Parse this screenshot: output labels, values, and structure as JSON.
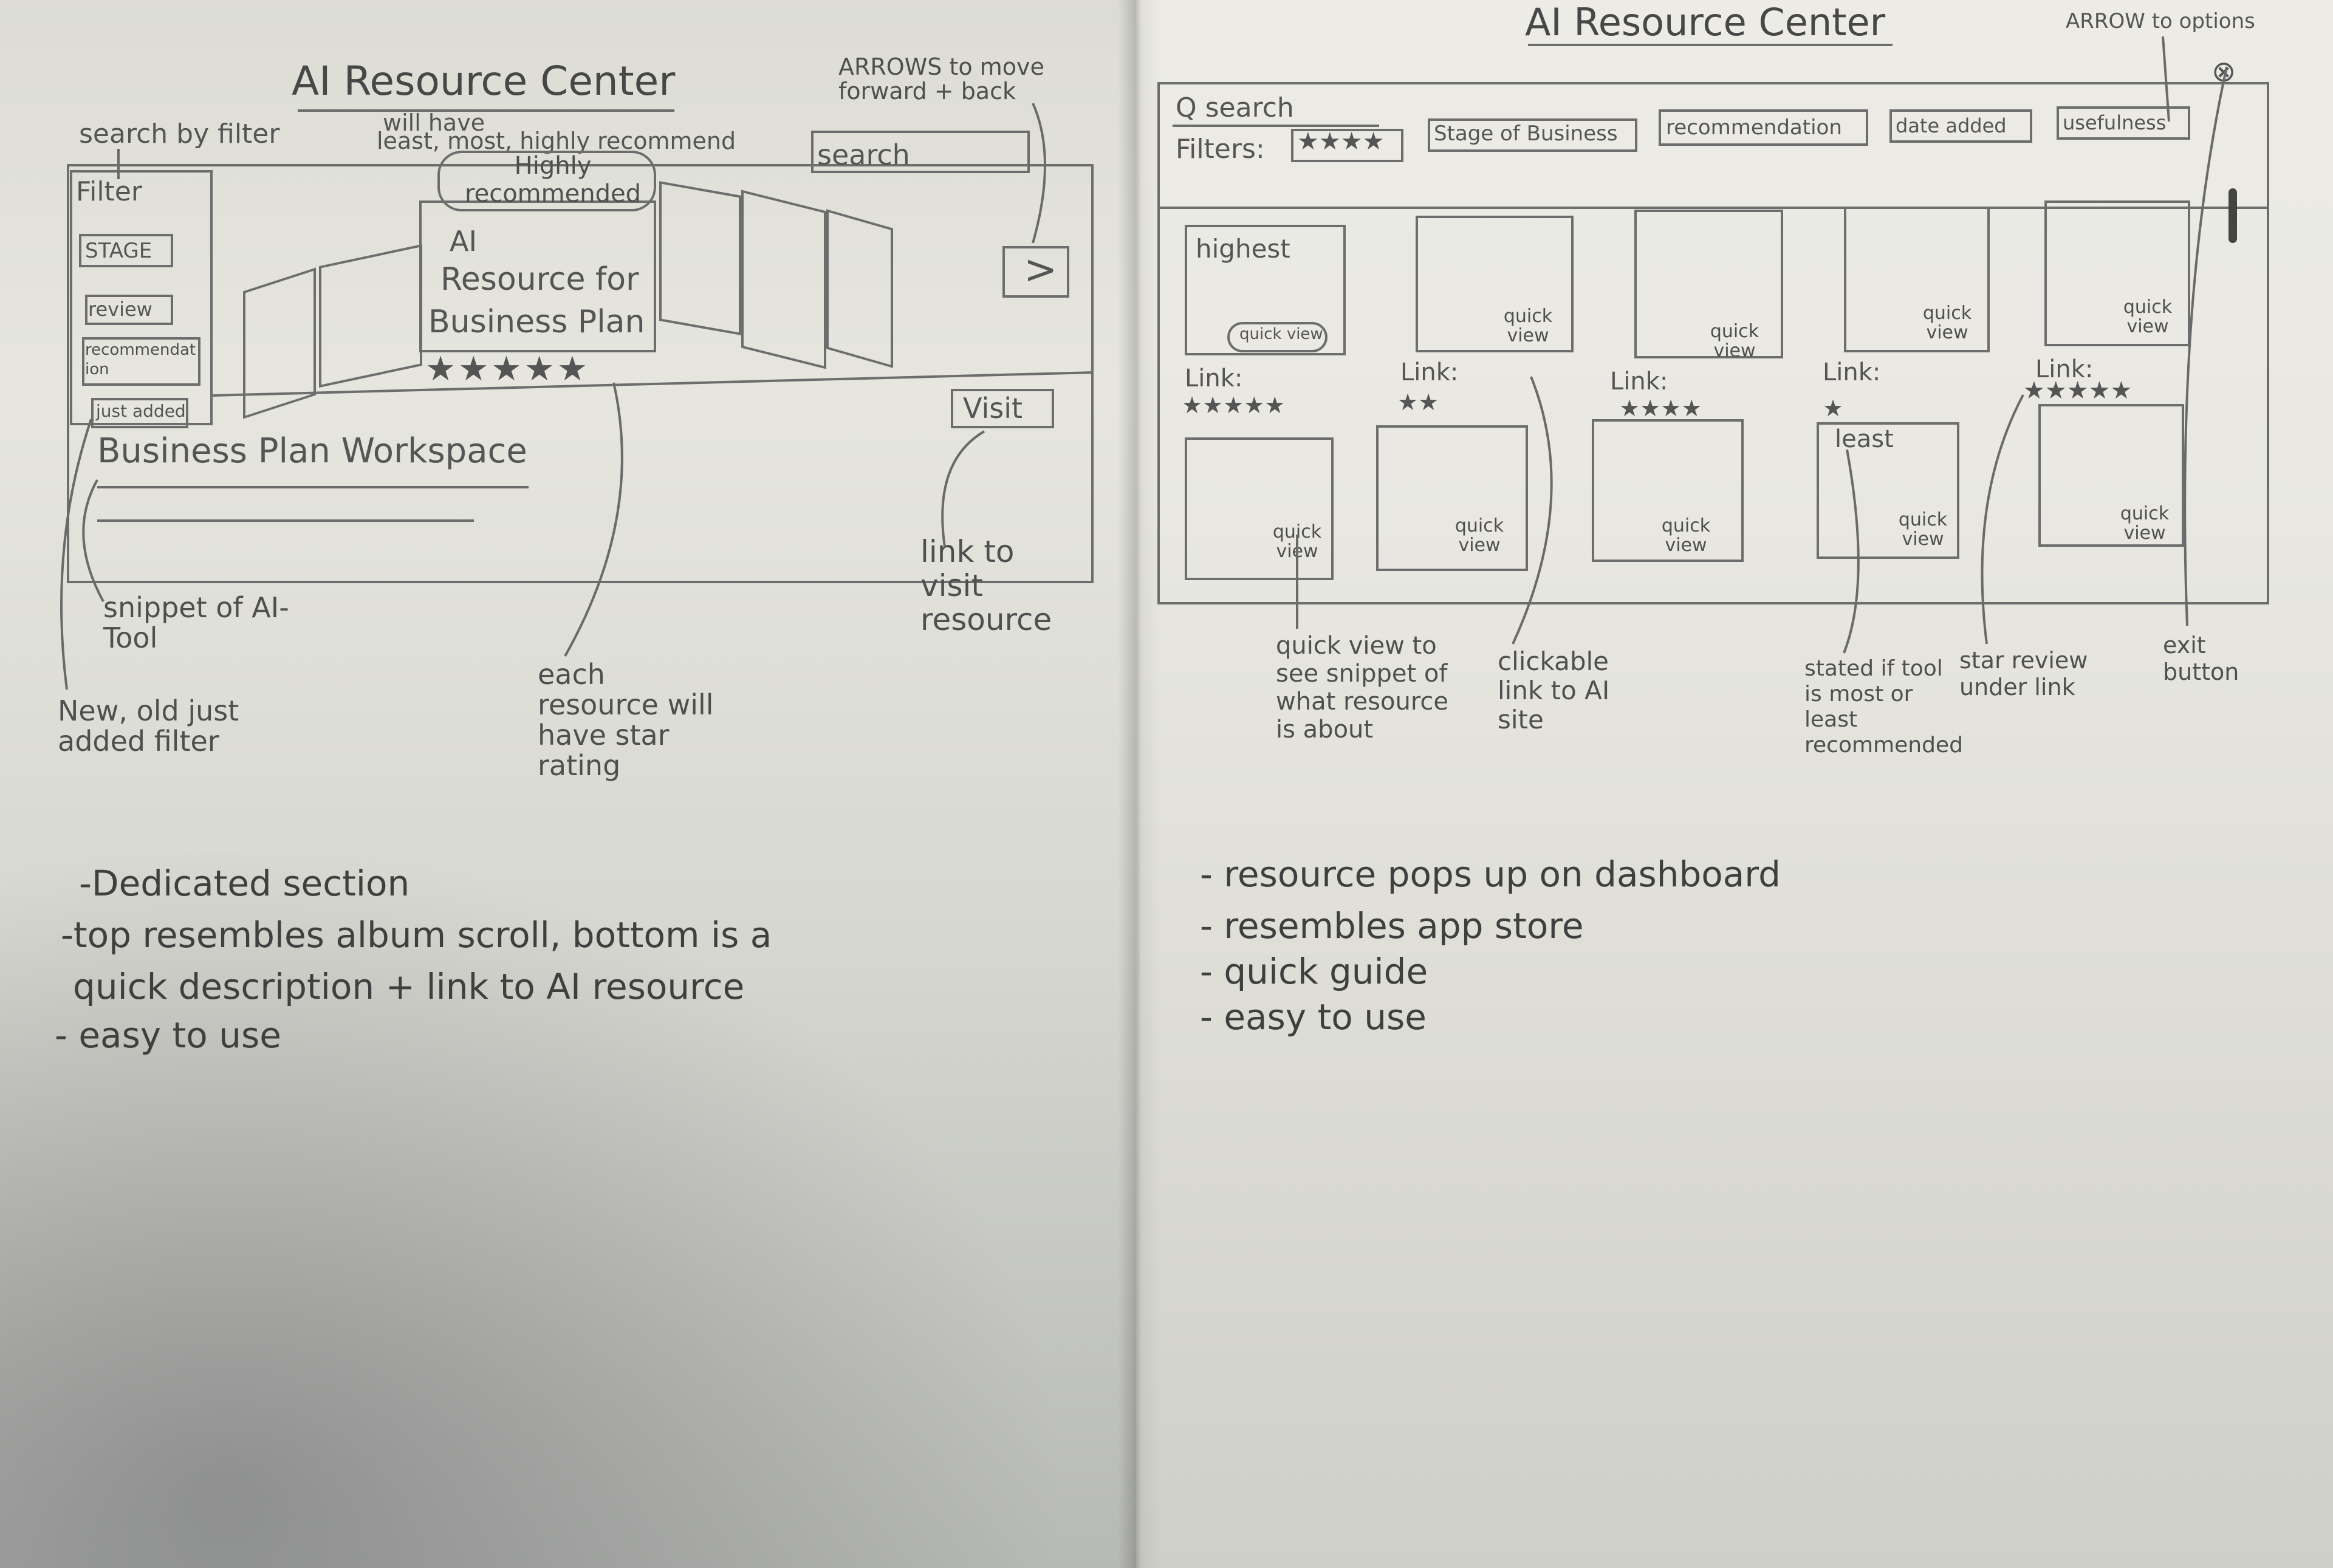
{
  "left_page": {
    "title": "AI Resource Center",
    "annotations": {
      "search_by_filter": "search by filter",
      "will_have": "will have",
      "least_most_highly": "least, most, highly recommend",
      "arrows": "ARROWS to move forward + back",
      "snippet_of_ai_tool": "snippet of AI-Tool",
      "new_old_filter": "New, old just added filter",
      "each_resource": "each resource will have star rating",
      "link_to_visit": "link to visit resource"
    },
    "sketch": {
      "filter_label": "Filter",
      "filter_buttons": [
        "STAGE",
        "review",
        "recommendation",
        "just added"
      ],
      "search_placeholder": "search",
      "card_badge": "Highly recommended",
      "card_title_line1": "AI",
      "card_title_line2": "Resource for",
      "card_title_line3": "Business Plan",
      "card_stars": "★★★★★",
      "next_arrow": ">",
      "visit_button": "Visit",
      "workspace_title": "Business Plan Workspace"
    },
    "notes": [
      "-Dedicated section",
      "-top resembles album scroll, bottom is a",
      "quick description + link to AI resource",
      "- easy to use"
    ]
  },
  "right_page": {
    "title": "AI Resource Center",
    "annotations": {
      "arrow_to_options": "ARROW to options",
      "quick_view_note": "quick view to see snippet of what resource is about",
      "clickable_link": "clickable link to AI site",
      "stated_note": "stated if tool is most or least recommended",
      "star_review": "star review under link",
      "exit_button": "exit button"
    },
    "sketch": {
      "search_label": "Q search",
      "filters_label": "Filters:",
      "filter_chips": [
        "★★★★",
        "Stage of Business",
        "recommendation",
        "date added",
        "usefulness"
      ],
      "highest_label": "highest",
      "least_label": "least",
      "quick_view": "quick view",
      "link_label": "Link:",
      "row1_stars": [
        "★★★★★",
        "★★",
        "★★★★",
        "★",
        "★★★★★"
      ],
      "close_icon": "⊗"
    },
    "notes": [
      "- resource pops up on dashboard",
      "- resembles app store",
      "- quick guide",
      "- easy to use"
    ]
  }
}
